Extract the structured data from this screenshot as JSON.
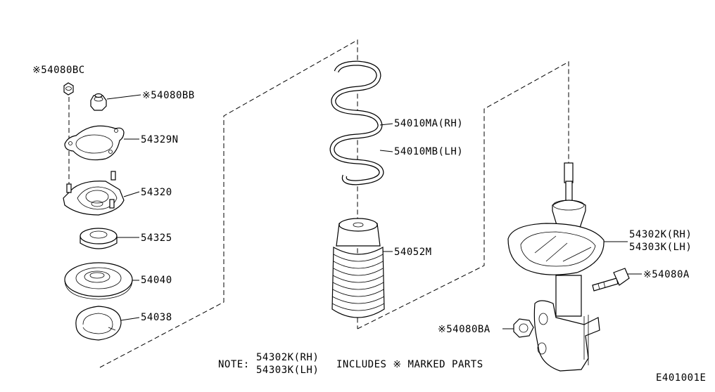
{
  "labels": {
    "p54080BC": "※54080BC",
    "p54080BB": "※54080BB",
    "p54329N": "54329N",
    "p54320": "54320",
    "p54325": "54325",
    "p54040": "54040",
    "p54038": "54038",
    "p54010MA": "54010MA(RH)",
    "p54010MB": "54010MB(LH)",
    "p54052M": "54052M",
    "p54302K": "54302K(RH)",
    "p54303K": "54303K(LH)",
    "p54080A": "※54080A",
    "p54080BA": "※54080BA"
  },
  "note": {
    "prefix": "NOTE:",
    "line1": "54302K(RH)",
    "line2": "54303K(LH)",
    "suffix": "INCLUDES ※ MARKED PARTS"
  },
  "figure_code": "E401001E"
}
